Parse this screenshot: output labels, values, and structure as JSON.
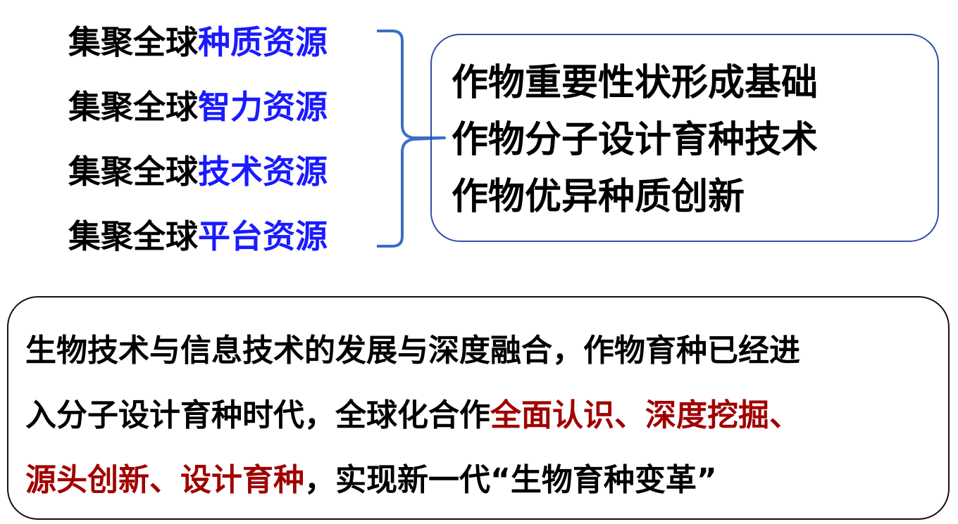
{
  "left_items": [
    {
      "prefix": "集聚全球",
      "highlight": "种质资源"
    },
    {
      "prefix": "集聚全球",
      "highlight": "智力资源"
    },
    {
      "prefix": "集聚全球",
      "highlight": "技术资源"
    },
    {
      "prefix": "集聚全球",
      "highlight": "平台资源"
    }
  ],
  "right_items": [
    "作物重要性状形成基础",
    "作物分子设计育种技术",
    "作物优异种质创新"
  ],
  "bottom": {
    "line1": "生物技术与信息技术的发展与深度融合，作物育种已经进",
    "line2_normal": "入分子设计育种时代，全球化合作",
    "line2_red": "全面认识、深度挖掘、",
    "line3_red": "源头创新、设计育种",
    "line3_normal": "，实现新一代“生物育种变革”"
  },
  "colors": {
    "highlight_blue": "#1a1aff",
    "highlight_red": "#a00000",
    "brace_blue": "#3a6fc4",
    "box_border": "#2f4fa8"
  }
}
